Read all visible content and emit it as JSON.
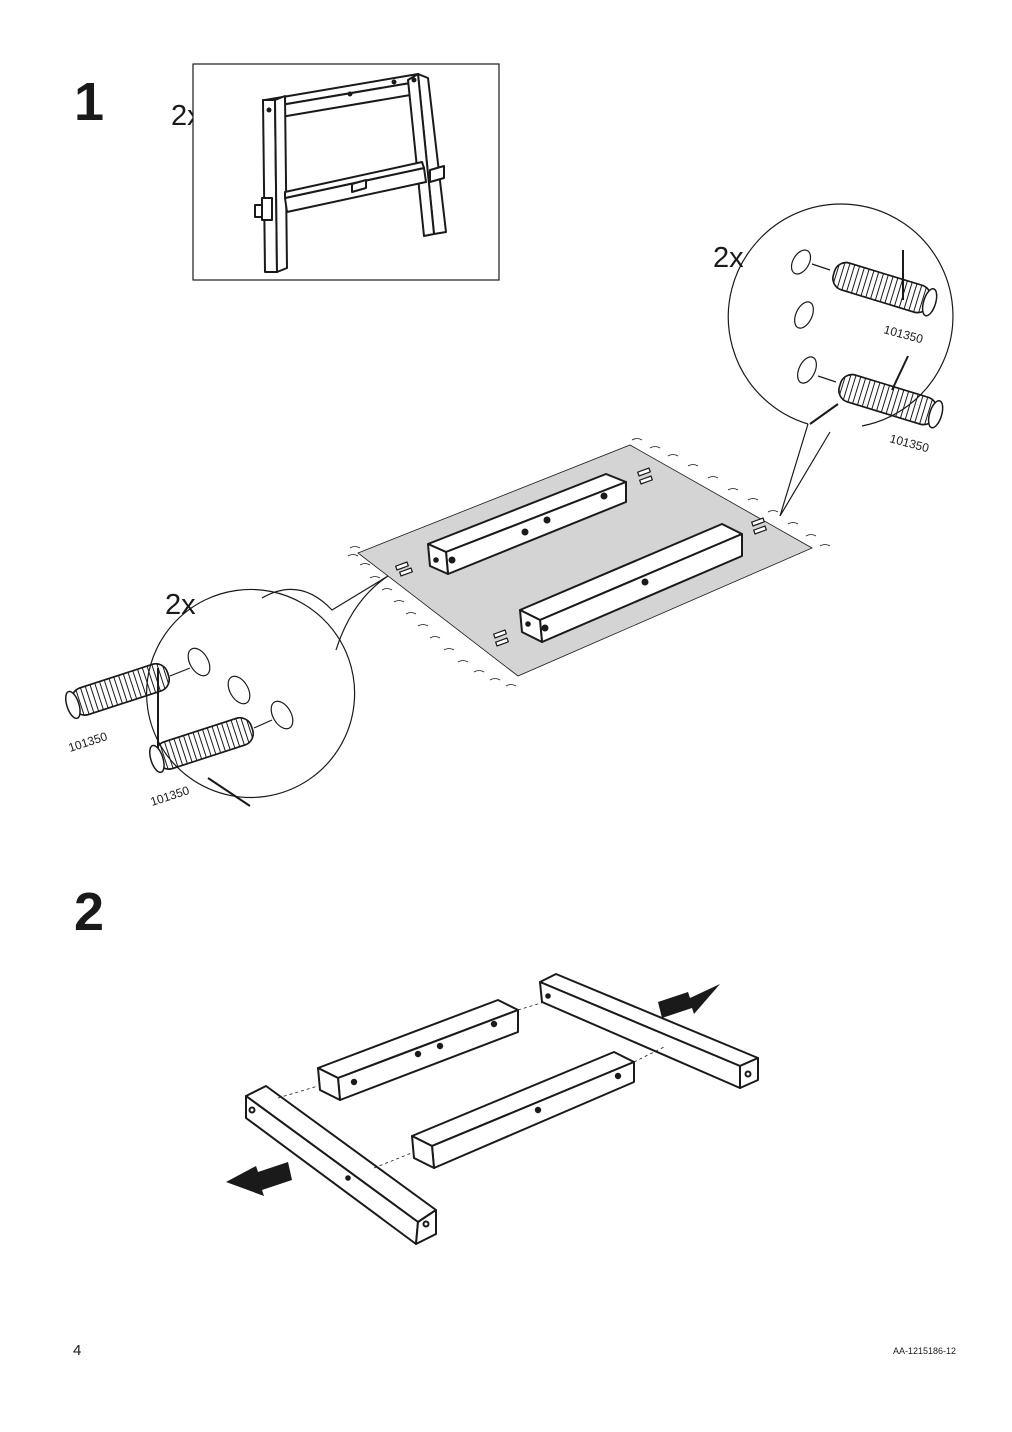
{
  "steps": [
    {
      "number": "1",
      "quantity_frame": "2x",
      "quantity_callout_right": "2x",
      "quantity_callout_left": "2x"
    },
    {
      "number": "2"
    }
  ],
  "part_labels": [
    "101350",
    "101350",
    "101350",
    "101350"
  ],
  "footer": {
    "page_number": "4",
    "document_code": "AA-1215186-12"
  }
}
